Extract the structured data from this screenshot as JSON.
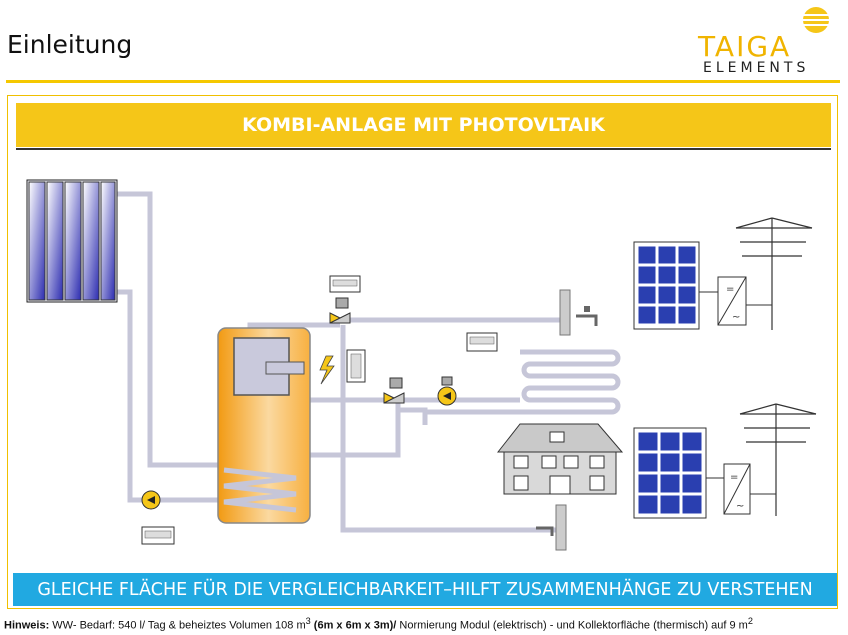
{
  "header": {
    "title": "Einleitung"
  },
  "logo": {
    "word": "TAIGA",
    "sub": "ELEMENTS"
  },
  "banner": {
    "text": "KOMBI-ANLAGE MIT PHOTOVLTAIK"
  },
  "bottom_bar": {
    "text": "GLEICHE FLÄCHE FÜR DIE VERGLEICHBARKEIT–HILFT ZUSAMMENHÄNGE ZU VERSTEHEN"
  },
  "note": {
    "label": "Hinweis:",
    "text_a": " WW- Bedarf: 540 l/ Tag & beheiztes Volumen 108 m",
    "sup_a": "3",
    "text_b": " (6m x 6m x 3m)/",
    "text_c": " Normierung Modul (elektrisch) - und Kollektorfläche (thermisch) auf 9 m",
    "sup_b": "2"
  },
  "colors": {
    "accent_yellow": "#f5c618",
    "bar_blue": "#21a9e1",
    "pipe": "#c9c9dc",
    "tank_orange": "#f6a21a"
  }
}
